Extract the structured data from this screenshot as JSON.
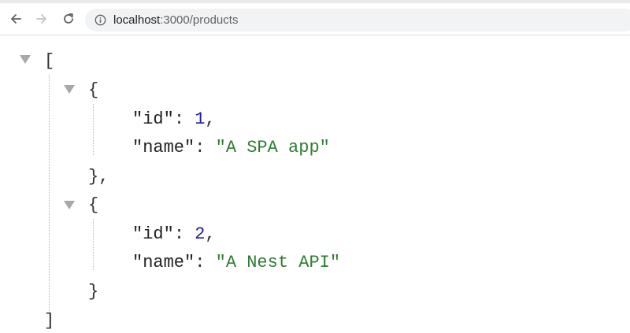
{
  "browser": {
    "address": {
      "host": "localhost",
      "path": ":3000/products"
    },
    "icons": {
      "back": "arrow-left-icon",
      "forward": "arrow-right-icon",
      "reload": "reload-icon",
      "site_info": "info-icon",
      "collapse": "triangle-down-icon"
    },
    "colors": {
      "key": "#222222",
      "number": "#1a1aa6",
      "string": "#2e7d32",
      "punctuation": "#303030",
      "toggle": "#a8a8a8"
    }
  },
  "json": {
    "open_bracket": "[",
    "close_bracket": "]",
    "items": [
      {
        "open": "{",
        "close": "},",
        "id_key": "\"id\"",
        "id_value": "1",
        "name_key": "\"name\"",
        "name_value": "\"A SPA app\""
      },
      {
        "open": "{",
        "close": "}",
        "id_key": "\"id\"",
        "id_value": "2",
        "name_key": "\"name\"",
        "name_value": "\"A Nest API\""
      }
    ]
  }
}
